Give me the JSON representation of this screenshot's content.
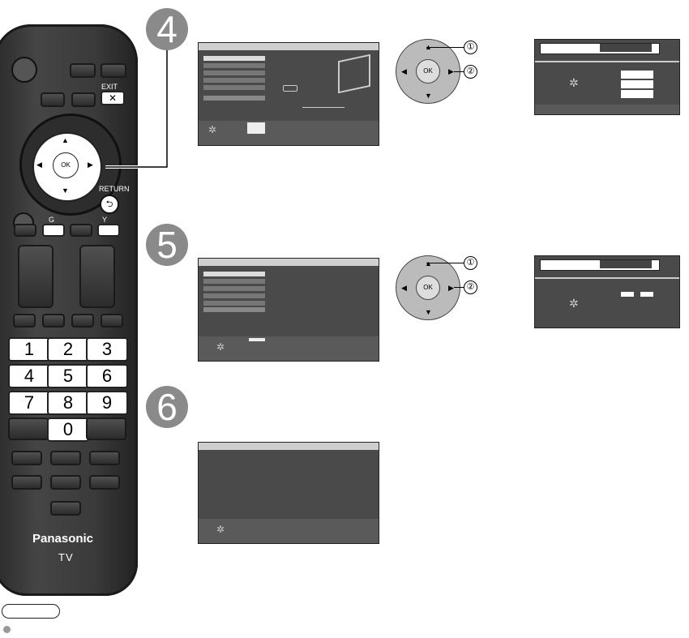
{
  "steps": {
    "s4": "4",
    "s5": "5",
    "s6": "6"
  },
  "remote": {
    "brand": "Panasonic",
    "model": "TV",
    "exit_label": "EXIT",
    "return_label": "RETURN",
    "ok_label": "OK",
    "g_label": "G",
    "y_label": "Y",
    "numbers": [
      "1",
      "2",
      "3",
      "4",
      "5",
      "6",
      "7",
      "8",
      "9",
      "0"
    ]
  },
  "dpad": {
    "ok_label": "OK",
    "callout1": "①",
    "callout2": "②"
  }
}
